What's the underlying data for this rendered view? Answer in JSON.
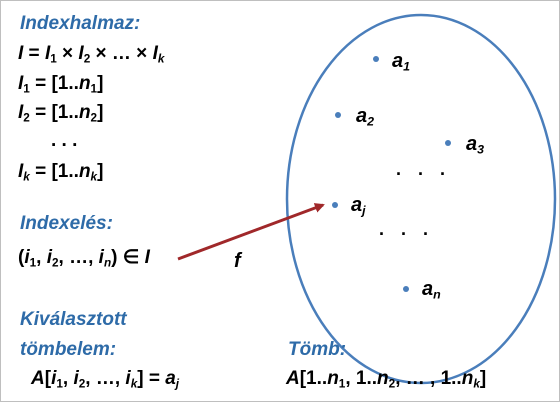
{
  "left": {
    "index_set_heading": "Indexhalmaz:",
    "line1": {
      "a": "I",
      "b": " = ",
      "c": "I",
      "d": "1",
      "e": " × ",
      "f": "I",
      "g": "2",
      "h": " × … × ",
      "i": "I",
      "j": "k"
    },
    "line2": {
      "a": "I",
      "b": "1",
      "c": " = [1..",
      "d": "n",
      "e": "1",
      "f": "]"
    },
    "line3": {
      "a": "I",
      "b": "2",
      "c": " = [1..",
      "d": "n",
      "e": "2",
      "f": "]"
    },
    "line4": ". . .",
    "line5": {
      "a": "I",
      "b": "k",
      "c": " = [1..",
      "d": "n",
      "e": "k",
      "f": "]"
    },
    "indexing_heading": "Indexelés:",
    "tuple": {
      "a": "(",
      "b": "i",
      "c": "1",
      "d": ", ",
      "e": "i",
      "f": "2",
      "g": ", …, ",
      "h": "i",
      "i": "n",
      "j": ")  ∈ ",
      "k": "I"
    },
    "selected_heading_1": "Kiválasztott",
    "selected_heading_2": "tömbelem:",
    "access": {
      "a": "A",
      "b": "[",
      "c": "i",
      "d": "1",
      "e": ", ",
      "f": "i",
      "g": "2",
      "h": ", …, ",
      "i": "i",
      "j": "k",
      "k": "] = ",
      "l": "a",
      "m": "j"
    }
  },
  "map_label": "f",
  "set": {
    "elements": [
      {
        "base": "a",
        "sub": "1"
      },
      {
        "base": "a",
        "sub": "2"
      },
      {
        "base": "a",
        "sub": "3"
      },
      {
        "base": "a",
        "sub": "j"
      },
      {
        "base": "a",
        "sub": "n"
      }
    ],
    "dots_upper": ". . .",
    "dots_lower": ". . ."
  },
  "array": {
    "heading": "Tömb:",
    "decl": {
      "a": "A",
      "b": "[1..",
      "c": "n",
      "d": "1",
      "e": ", 1..",
      "f": "n",
      "g": "2",
      "h": ", … , 1..",
      "i": "n",
      "j": "k",
      "k": "]"
    }
  },
  "colors": {
    "accent": "#2e6ba8",
    "ellipse": "#4a7ebb",
    "arrow": "#a0282a"
  }
}
